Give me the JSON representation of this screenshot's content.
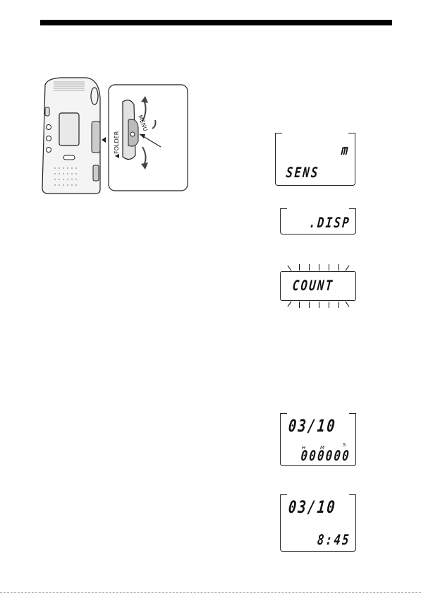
{
  "device_figure": {
    "folder_label": "▲FOLDER",
    "menu_label": "MENU"
  },
  "displays": [
    {
      "line1": "m",
      "line2": "SENS"
    },
    {
      "line1": ".DISP"
    },
    {
      "line1": "COUNT",
      "blinking": true
    },
    {
      "date": "03/10",
      "unit_h": "H",
      "unit_m": "M",
      "unit_s": "S",
      "time": "000000"
    },
    {
      "date": "03/10",
      "time": "8:45"
    }
  ]
}
